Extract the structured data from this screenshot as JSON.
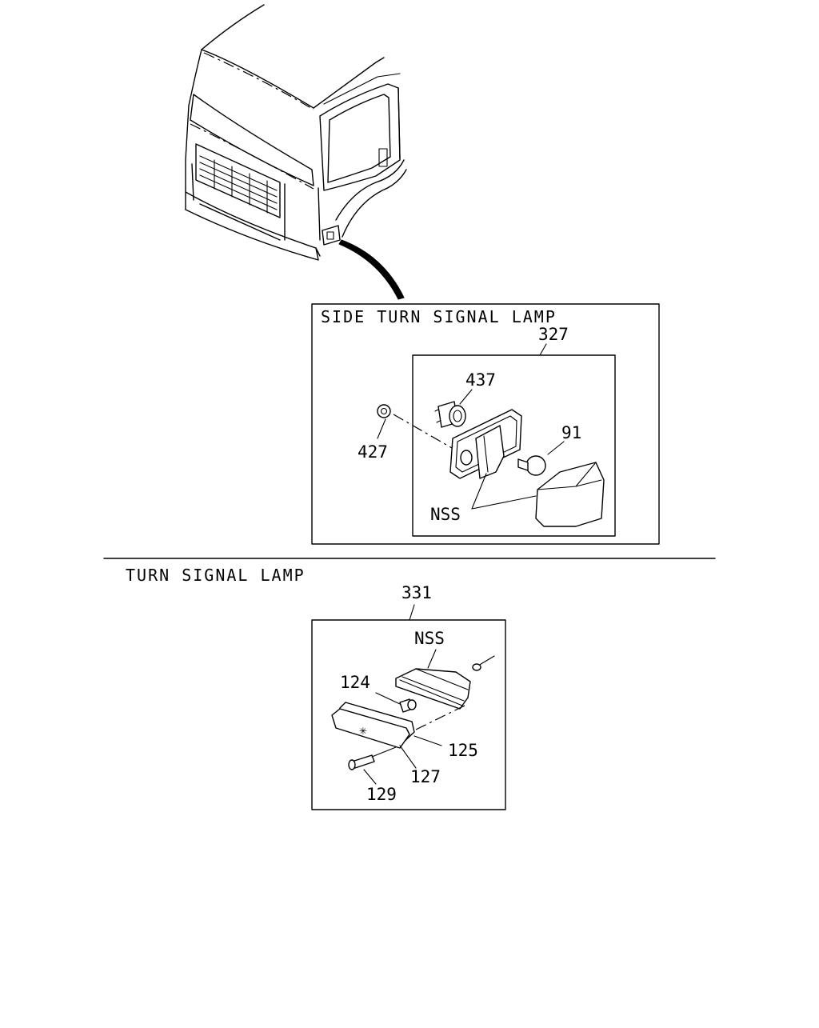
{
  "sections": {
    "side_lamp_title": "SIDE TURN SIGNAL LAMP",
    "turn_lamp_title": "TURN SIGNAL LAMP"
  },
  "callouts": {
    "side": {
      "assembly": "327",
      "socket": "437",
      "clip": "427",
      "bulb": "91",
      "nss": "NSS"
    },
    "front": {
      "assembly": "331",
      "nss": "NSS",
      "bulb": "124",
      "gasket": "125",
      "lens": "127",
      "screw": "129"
    }
  },
  "colors": {
    "line": "#000000",
    "background": "#ffffff"
  }
}
